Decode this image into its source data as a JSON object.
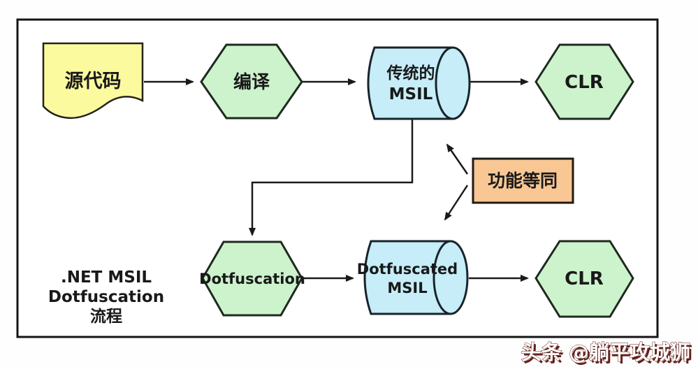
{
  "diagram": {
    "nodes": {
      "source": {
        "label": "源代码"
      },
      "compile": {
        "label": "编译"
      },
      "traditional_msil": {
        "line1": "传统的",
        "line2": "MSIL"
      },
      "clr_top": {
        "label": "CLR"
      },
      "dotfuscation": {
        "label": "Dotfuscation"
      },
      "dotfuscated_msil": {
        "line1": "Dotfuscated",
        "line2": "MSIL"
      },
      "clr_bottom": {
        "label": "CLR"
      },
      "equivalence": {
        "label": "功能等同"
      }
    },
    "title": {
      "line1": ".NET MSIL",
      "line2": "Dotfuscation",
      "line3": "流程"
    },
    "watermark": {
      "text": "头条 @躺平攻城狮"
    },
    "colors": {
      "document_fill": "#fcfa9e",
      "hexagon_fill": "#cdf3cc",
      "cylinder_fill": "#c6edf8",
      "equivalence_fill": "#f8c794",
      "watermark_fill": "#ffffff",
      "watermark_shadow": "#64201a"
    }
  }
}
